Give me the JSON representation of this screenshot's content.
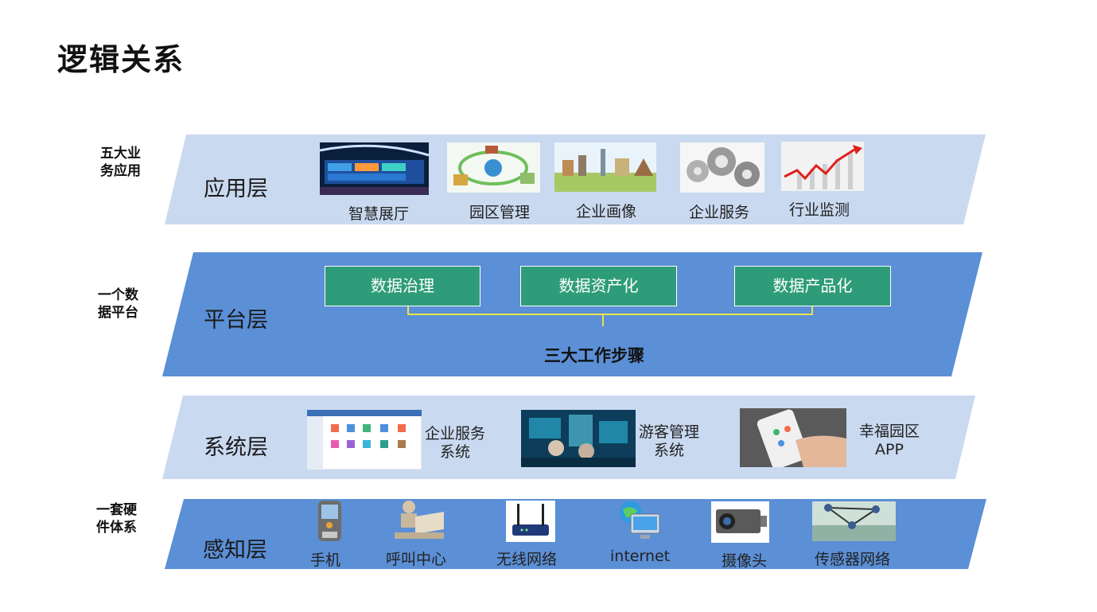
{
  "title": "逻辑关系",
  "side_labels": [
    "五大业\n务应用",
    "一个数\n据平台",
    "一套硬\n件体系"
  ],
  "layers": {
    "app": {
      "name": "应用层",
      "items": [
        "智慧展厅",
        "园区管理",
        "企业画像",
        "企业服务",
        "行业监测"
      ]
    },
    "platform": {
      "name": "平台层",
      "steps": [
        "数据治理",
        "数据资产化",
        "数据产品化"
      ],
      "summary": "三大工作步骤"
    },
    "system": {
      "name": "系统层",
      "items": [
        "企业服务\n系统",
        "游客管理\n系统",
        "幸福园区\nAPP"
      ]
    },
    "sense": {
      "name": "感知层",
      "items": [
        "手机",
        "呼叫中心",
        "无线网络",
        "internet",
        "摄像头",
        "传感器网络"
      ]
    }
  },
  "colors": {
    "light_band": "#c9d9f0",
    "dark_band": "#5b8fd6",
    "step_fill": "#2e9c78",
    "connector": "#e8e54a"
  }
}
